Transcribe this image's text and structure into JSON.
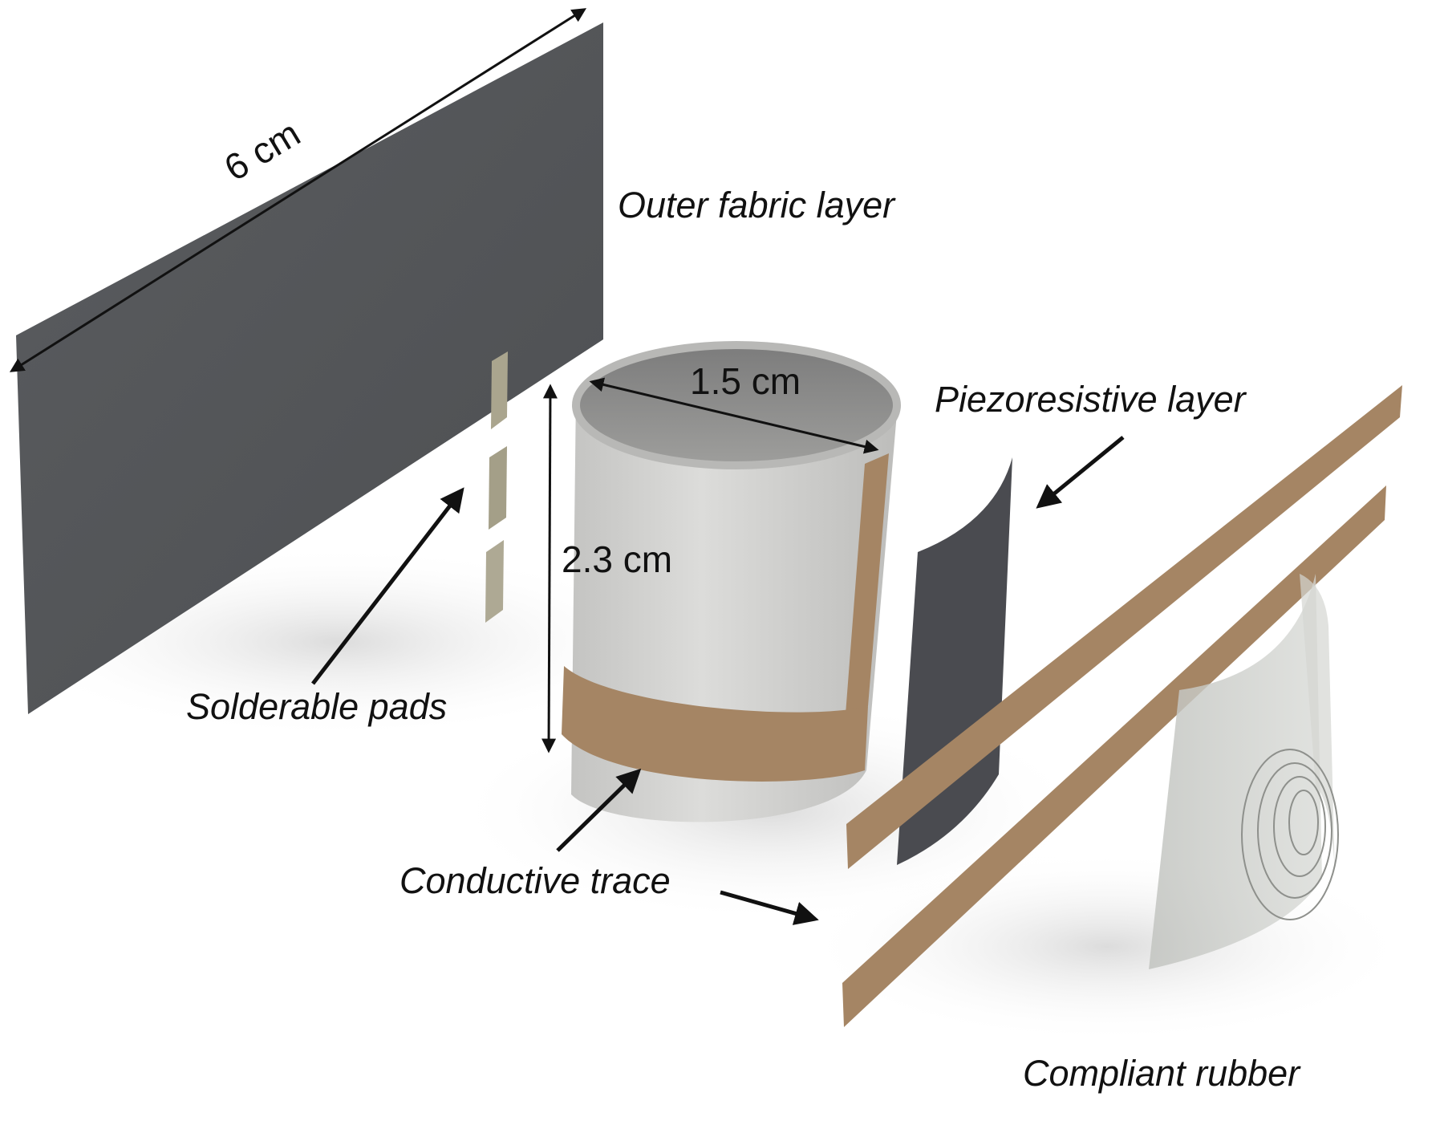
{
  "labels": {
    "outer_fabric": "Outer fabric layer",
    "piezoresistive": "Piezoresistive layer",
    "solderable_pads": "Solderable pads",
    "conductive_trace": "Conductive trace",
    "compliant_rubber": "Compliant rubber"
  },
  "dimensions": {
    "width": "6 cm",
    "diameter": "1.5 cm",
    "height": "2.3 cm"
  },
  "colors": {
    "outer_fabric": "#545659",
    "piezo": "#4a4b50",
    "trace": "#a58564",
    "pad": "#aaa58e",
    "cylinder": "#cdcdcb",
    "rubber": "#c9cbc7"
  }
}
